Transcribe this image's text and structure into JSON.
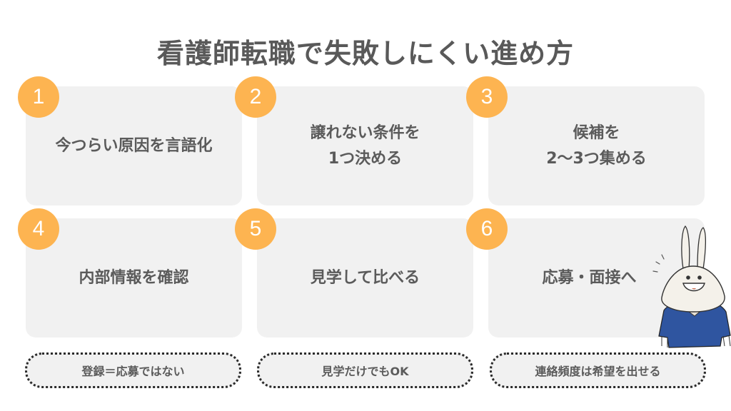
{
  "title": "看護師転職で失敗しにくい進め方",
  "steps": [
    {
      "number": "1",
      "text": "今つらい原因を言語化"
    },
    {
      "number": "2",
      "text": "譲れない条件を\n1つ決める"
    },
    {
      "number": "3",
      "text": "候補を\n2〜3つ集める"
    },
    {
      "number": "4",
      "text": "内部情報を確認"
    },
    {
      "number": "5",
      "text": "見学して比べる"
    },
    {
      "number": "6",
      "text": "応募・面接へ"
    }
  ],
  "notes": [
    {
      "text": "登録＝応募ではない"
    },
    {
      "text": "見学だけでもOK"
    },
    {
      "text": "連絡頻度は希望を出せる"
    }
  ],
  "colors": {
    "badge": "#fdb451",
    "card": "#f1f1f1",
    "text": "#5b5b5b",
    "mascot_shirt": "#2f55a0"
  },
  "mascot": {
    "icon": "rabbit-nurse-mascot"
  }
}
